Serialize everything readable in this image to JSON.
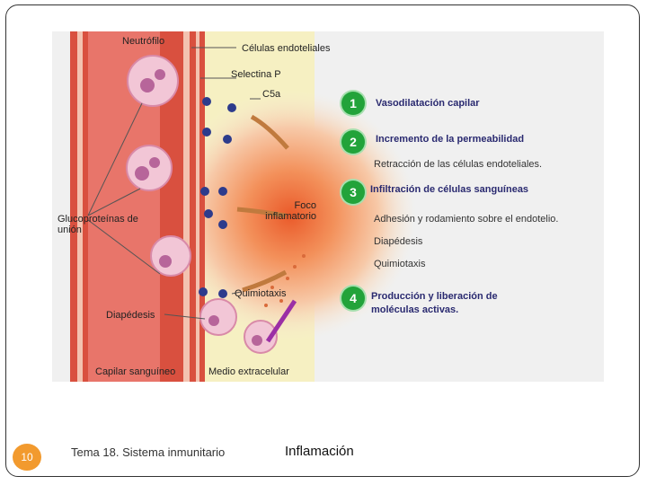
{
  "slide": {
    "number": "10",
    "footer_text": "Tema 18. Sistema inmunitario",
    "title": "Inflamación"
  },
  "diagram": {
    "labels": {
      "neutrofilo": "Neutrófilo",
      "celulas_endoteliales": "Células endoteliales",
      "selectina_p": "Selectina P",
      "c5a": "C5a",
      "glucoproteinas": "Glucoproteínas de unión",
      "foco": "Foco inflamatorio",
      "quimiotaxis_label": "Quimiotaxis",
      "diapedesis_label": "Diapédesis",
      "capilar": "Capilar sanguíneo",
      "medio": "Medio extracelular"
    },
    "steps": [
      {
        "number": "1",
        "title": "Vasodilatación capilar",
        "subs": []
      },
      {
        "number": "2",
        "title": "Incremento de la permeabilidad",
        "subs": [
          "Retracción de las células endoteliales."
        ]
      },
      {
        "number": "3",
        "title": "Infiltración de células sanguíneas",
        "subs": [
          "Adhesión y rodamiento sobre el endotelio.",
          "Diapédesis",
          "Quimiotaxis"
        ]
      },
      {
        "number": "4",
        "title": "Producción y liberación de moléculas activas.",
        "subs": []
      }
    ],
    "colors": {
      "step_badge": "#22a33a",
      "vessel": "#d9503f",
      "focus": "#f07a3a",
      "slide_badge": "#f29a2e"
    }
  }
}
